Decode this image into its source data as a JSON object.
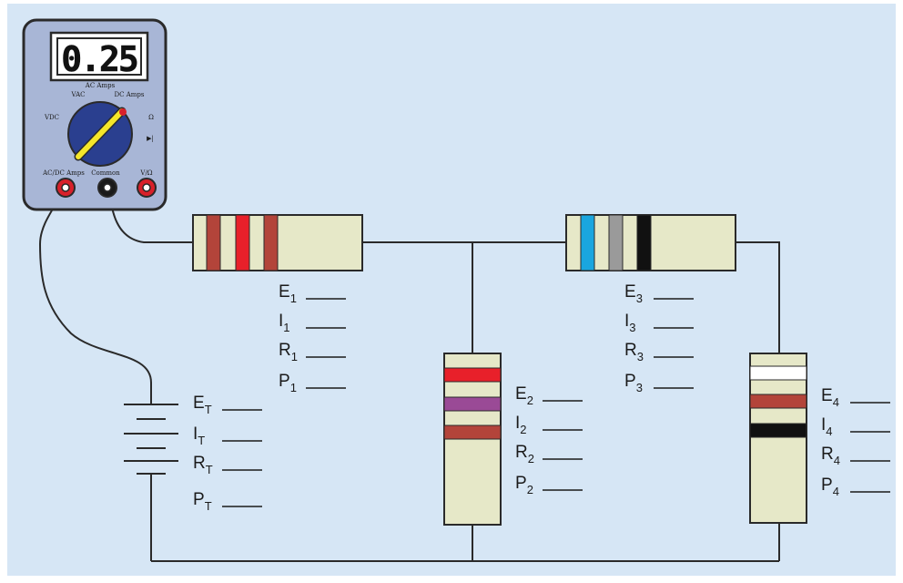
{
  "meter": {
    "display": "0.25",
    "labels": {
      "ac_amps": "AC Amps",
      "vac": "VAC",
      "dc_amps": "DC Amps",
      "vdc": "VDC",
      "ohm": "Ω",
      "diode": "▶|",
      "jack_acdc": "AC/DC Amps",
      "jack_common": "Common",
      "jack_vohm": "V/Ω"
    },
    "colors": {
      "body": "#a8b6d6",
      "dial": "#2a3f8f",
      "pointer": "#f5e62a",
      "jack_red": "#d8202a"
    }
  },
  "resistors": [
    {
      "id": "R1",
      "orientation": "horizontal",
      "bands": [
        "#b3443a",
        "#e8202a",
        "#b3443a"
      ],
      "body_color": "#e6e8c8"
    },
    {
      "id": "R2",
      "orientation": "vertical",
      "bands": [
        "#e8202a",
        "#9a4a96",
        "#b3443a"
      ],
      "body_color": "#e6e8c8"
    },
    {
      "id": "R3",
      "orientation": "horizontal",
      "bands": [
        "#1aa6df",
        "#9a9a9a",
        "#111111"
      ],
      "body_color": "#e6e8c8"
    },
    {
      "id": "R4",
      "orientation": "vertical",
      "bands": [
        "#ffffff",
        "#b3443a",
        "#111111"
      ],
      "body_color": "#e6e8c8"
    }
  ],
  "labels": {
    "r1": [
      {
        "main": "E",
        "sub": "1"
      },
      {
        "main": "I",
        "sub": "1"
      },
      {
        "main": "R",
        "sub": "1"
      },
      {
        "main": "P",
        "sub": "1"
      }
    ],
    "r2": [
      {
        "main": "E",
        "sub": "2"
      },
      {
        "main": "I",
        "sub": "2"
      },
      {
        "main": "R",
        "sub": "2"
      },
      {
        "main": "P",
        "sub": "2"
      }
    ],
    "r3": [
      {
        "main": "E",
        "sub": "3"
      },
      {
        "main": "I",
        "sub": "3"
      },
      {
        "main": "R",
        "sub": "3"
      },
      {
        "main": "P",
        "sub": "3"
      }
    ],
    "r4": [
      {
        "main": "E",
        "sub": "4"
      },
      {
        "main": "I",
        "sub": "4"
      },
      {
        "main": "R",
        "sub": "4"
      },
      {
        "main": "P",
        "sub": "4"
      }
    ],
    "total": [
      {
        "main": "E",
        "sub": "T"
      },
      {
        "main": "I",
        "sub": "T"
      },
      {
        "main": "R",
        "sub": "T"
      },
      {
        "main": "P",
        "sub": "T"
      }
    ]
  },
  "colors": {
    "background": "#d6e6f5",
    "wire": "#2a2a2a"
  }
}
